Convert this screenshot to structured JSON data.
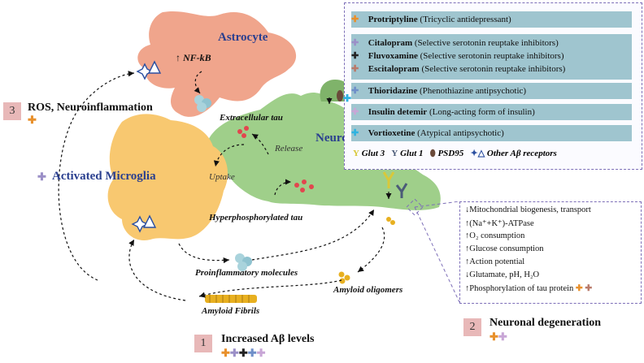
{
  "cells": {
    "astrocyte": "Astrocyte",
    "nfkb": "↑ NF-kB",
    "neuron": "Neuron",
    "microglia": "Activated Microglia"
  },
  "process_labels": {
    "extracellular_tau": "Extracellular tau",
    "release": "Release",
    "uptake": "Uptake",
    "hyperphosphorylated_tau": "Hyperphosphorylated tau",
    "proinflammatory": "Proinflammatory molecules",
    "amyloid_oligomers": "Amyloid oligomers",
    "amyloid_fibrils": "Amyloid Fibrils"
  },
  "stages": [
    {
      "num": "1",
      "label": "Increased Aβ levels"
    },
    {
      "num": "2",
      "label": "Neuronal degeneration"
    },
    {
      "num": "3",
      "label": "ROS, Neuroinflammation"
    }
  ],
  "drugs": [
    {
      "name": "Protriptyline",
      "desc": "(Tricyclic antidepressant)",
      "color": "#e8902c"
    },
    {
      "name": "Citalopram",
      "desc": "(Selective serotonin reuptake inhibitors)",
      "color": "#9b8fc7"
    },
    {
      "name": "Fluvoxamine",
      "desc": "(Selective serotonin reuptake inhibitors)",
      "color": "#222222"
    },
    {
      "name": "Escitalopram",
      "desc": "(Selective serotonin reuptake inhibitors)",
      "color": "#b97a6a"
    },
    {
      "name": "Thioridazine",
      "desc": "(Phenothiazine antipsychotic)",
      "color": "#6f8fc9"
    },
    {
      "name": "Insulin detemir",
      "desc": "(Long-acting form of insulin)",
      "color": "#c8a6d6"
    },
    {
      "name": "Vortioxetine",
      "desc": "(Atypical antipsychotic)",
      "color": "#2fb3e0"
    }
  ],
  "receptors": {
    "glut3": "Glut 3",
    "glut1": "Glut 1",
    "psd95": "PSD95",
    "other": "Other Aβ receptors"
  },
  "effects": [
    {
      "arrow": "↓",
      "text": "Mitochondrial biogenesis, transport"
    },
    {
      "arrow": "↑",
      "text": "(Na⁺+K⁺)-ATPase"
    },
    {
      "arrow": "↑",
      "text": "O₂ consumption"
    },
    {
      "arrow": "↑",
      "text": "Glucose consumption"
    },
    {
      "arrow": "↑",
      "text": "Action potential"
    },
    {
      "arrow": "↓",
      "text": "Glutamate, pH, H₂O"
    },
    {
      "arrow": "↑",
      "text": "Phosphorylation of tau protein"
    }
  ],
  "colors": {
    "astrocyte": "#f0a58c",
    "neuron": "#9fcf8a",
    "microglia": "#f8c870",
    "panel_row": "#9fc5cf"
  }
}
